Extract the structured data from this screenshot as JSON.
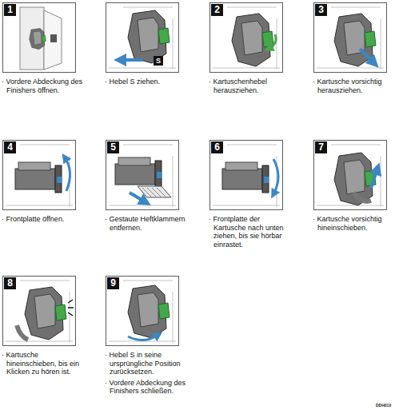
{
  "diagram": {
    "nodes": [
      {
        "text": [
          "1",
          "· Vordere Abdeckung des Finishers öffnen."
        ]
      },
      {
        "text": [
          "· Hebel S ziehen."
        ]
      },
      {
        "text": [
          "2",
          "· Kartuschenhebel herausziehen."
        ]
      },
      {
        "text": [
          "3",
          "· Kartusche vorsichtig herausziehen."
        ]
      },
      {
        "text": [
          "4",
          "· Frontplatte öffnen."
        ]
      },
      {
        "text": [
          "5",
          "· Gestaute Heftklammern entfernen."
        ]
      },
      {
        "text": [
          "6",
          "· Frontplatte der Kartusche nach unten ziehen, bis sie hörbar einrastet."
        ]
      },
      {
        "text": [
          "7",
          "· Kartusche vorsichtig hineinschieben."
        ]
      },
      {
        "text": [
          "8",
          "· Kartusche hineinschieben, bis ein Klicken zu hören ist."
        ]
      },
      {
        "text": [
          "9",
          "· Hebel S in seine ursprüngliche Position zurücksetzen.",
          "· Vordere Abdeckung des Finishers schließen."
        ]
      }
    ],
    "edges": [],
    "labels": [
      "S",
      "DDH010"
    ]
  }
}
